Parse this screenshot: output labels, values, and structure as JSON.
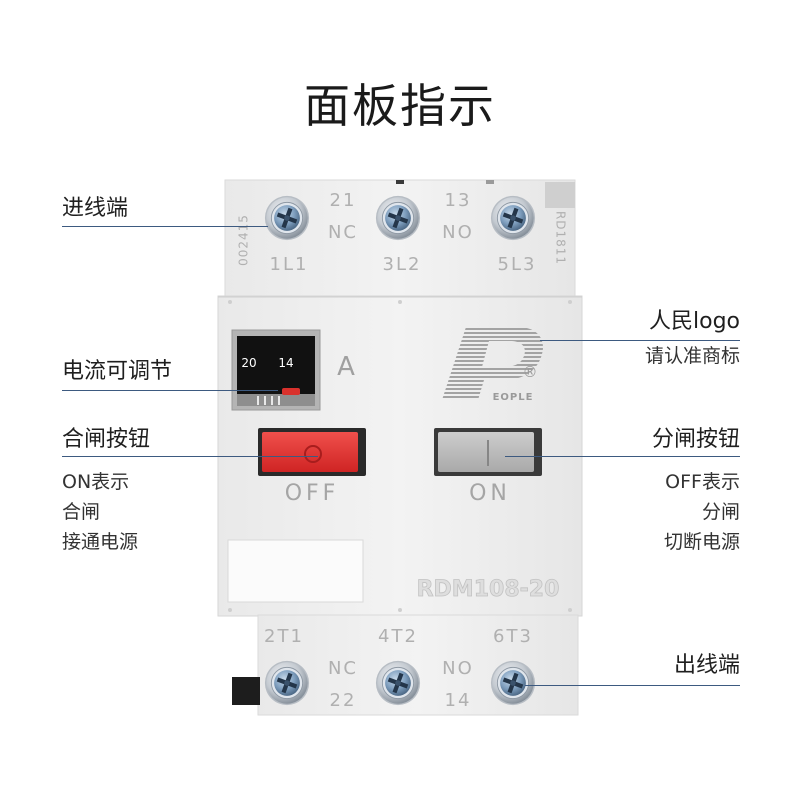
{
  "title": "面板指示",
  "callouts": {
    "inlet": {
      "label": "进线端"
    },
    "current_adjust": {
      "label": "电流可调节"
    },
    "close_button": {
      "label": "合闸按钮",
      "notes": [
        "ON表示",
        "合闸",
        "接通电源"
      ]
    },
    "brand_logo": {
      "label": "人民logo",
      "note": "请认准商标"
    },
    "open_button": {
      "label": "分闸按钮",
      "notes": [
        "OFF表示",
        "分闸",
        "切断电源"
      ]
    },
    "outlet": {
      "label": "出线端"
    }
  },
  "device": {
    "top_terminals": {
      "aux_left": [
        "21",
        "NC"
      ],
      "aux_right": [
        "13",
        "NO"
      ],
      "labels": [
        "1L1",
        "3L2",
        "5L3"
      ],
      "left_code": "002415",
      "right_code": "RD1811"
    },
    "current_dial": {
      "scale": [
        "20",
        "14"
      ],
      "unit": "A"
    },
    "logo": {
      "text": "EOPLE",
      "registered": "®"
    },
    "buttons": {
      "off_label": "OFF",
      "on_label": "ON"
    },
    "model": "RDM108-20",
    "bottom_terminals": {
      "labels": [
        "2T1",
        "4T2",
        "6T3"
      ],
      "aux_left": [
        "NC",
        "22"
      ],
      "aux_right": [
        "NO",
        "14"
      ]
    }
  },
  "colors": {
    "callout_line": "#3d5a80",
    "red_button": "#e0302f",
    "gray_button": "#b9b9b9",
    "body": "#efefef"
  }
}
